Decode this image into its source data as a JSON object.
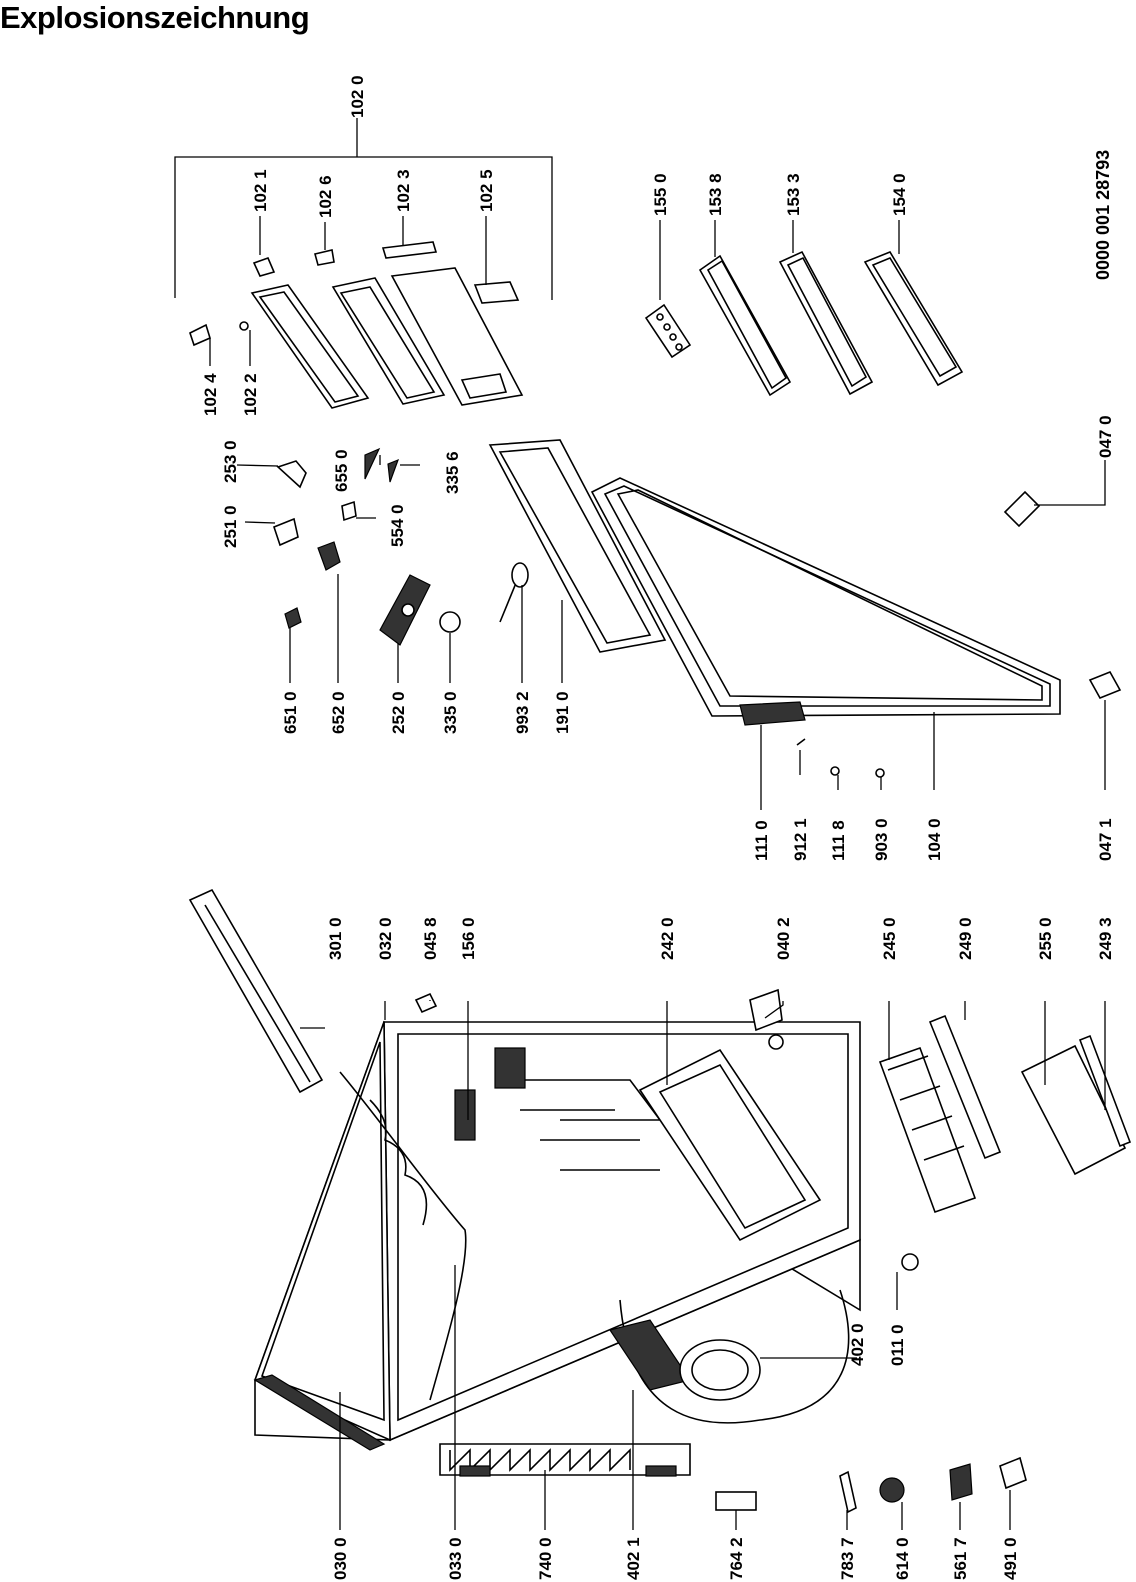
{
  "title": "Explosionszeichnung",
  "document_number": "0000 001 28793",
  "callouts": [
    {
      "key": "c1020",
      "label": "102 0"
    },
    {
      "key": "c1021",
      "label": "102 1"
    },
    {
      "key": "c1026",
      "label": "102 6"
    },
    {
      "key": "c1023",
      "label": "102 3"
    },
    {
      "key": "c1025",
      "label": "102 5"
    },
    {
      "key": "c1024",
      "label": "102 4"
    },
    {
      "key": "c1022",
      "label": "102 2"
    },
    {
      "key": "c1550",
      "label": "155 0"
    },
    {
      "key": "c1538",
      "label": "153 8"
    },
    {
      "key": "c1533",
      "label": "153 3"
    },
    {
      "key": "c1540",
      "label": "154 0"
    },
    {
      "key": "c2530",
      "label": "253 0"
    },
    {
      "key": "c2510",
      "label": "251 0"
    },
    {
      "key": "c6550",
      "label": "655 0"
    },
    {
      "key": "c3356",
      "label": "335 6"
    },
    {
      "key": "c5540",
      "label": "554 0"
    },
    {
      "key": "c0470",
      "label": "047 0"
    },
    {
      "key": "c6510",
      "label": "651 0"
    },
    {
      "key": "c6520",
      "label": "652 0"
    },
    {
      "key": "c2520",
      "label": "252 0"
    },
    {
      "key": "c3350",
      "label": "335 0"
    },
    {
      "key": "c9932",
      "label": "993 2"
    },
    {
      "key": "c1910",
      "label": "191 0"
    },
    {
      "key": "c1110",
      "label": "111 0"
    },
    {
      "key": "c9121",
      "label": "912 1"
    },
    {
      "key": "c1118",
      "label": "111 8"
    },
    {
      "key": "c9030",
      "label": "903 0"
    },
    {
      "key": "c1040",
      "label": "104 0"
    },
    {
      "key": "c0471",
      "label": "047 1"
    },
    {
      "key": "c3010",
      "label": "301 0"
    },
    {
      "key": "c0320",
      "label": "032 0"
    },
    {
      "key": "c0458",
      "label": "045 8"
    },
    {
      "key": "c1560",
      "label": "156 0"
    },
    {
      "key": "c2420",
      "label": "242 0"
    },
    {
      "key": "c0402",
      "label": "040 2"
    },
    {
      "key": "c2450",
      "label": "245 0"
    },
    {
      "key": "c2490",
      "label": "249 0"
    },
    {
      "key": "c2550",
      "label": "255 0"
    },
    {
      "key": "c2493",
      "label": "249 3"
    },
    {
      "key": "c4020",
      "label": "402 0"
    },
    {
      "key": "c0110",
      "label": "011 0"
    },
    {
      "key": "c0300",
      "label": "030 0"
    },
    {
      "key": "c0330",
      "label": "033 0"
    },
    {
      "key": "c7400",
      "label": "740 0"
    },
    {
      "key": "c4021",
      "label": "402 1"
    },
    {
      "key": "c7642",
      "label": "764 2"
    },
    {
      "key": "c7837",
      "label": "783 7"
    },
    {
      "key": "c6140",
      "label": "614 0"
    },
    {
      "key": "c5617",
      "label": "561 7"
    },
    {
      "key": "c4910",
      "label": "491 0"
    }
  ]
}
